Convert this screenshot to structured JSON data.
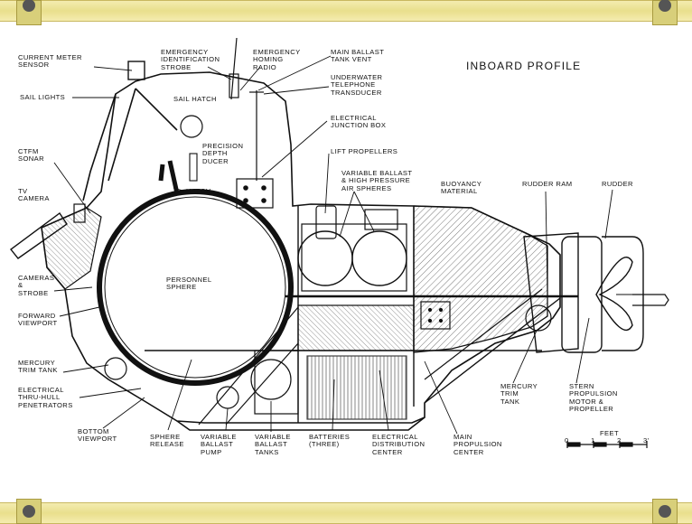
{
  "title": "INBOARD PROFILE",
  "labels": {
    "current_meter_sensor": "CURRENT METER\nSENSOR",
    "sail_lights": "SAIL LIGHTS",
    "emergency_identification_strobe": "EMERGENCY\nIDENTIFICATION\nSTROBE",
    "emergency_homing_radio": "EMERGENCY\nHOMING\nRADIO",
    "main_ballast_tank_vent": "MAIN BALLAST\nTANK VENT",
    "underwater_telephone_transducer": "UNDERWATER\nTELEPHONE\nTRANSDUCER",
    "sail_hatch": "SAIL HATCH",
    "electrical_junction_box": "ELECTRICAL\nJUNCTION BOX",
    "precision_depth_ducer": "PRECISION\nDEPTH\nDUCER",
    "lift_propellers": "LIFT PROPELLERS",
    "ctfm_sonar": "CTFM\nSONAR",
    "hatch": "HATCH",
    "variable_ballast_high_pressure": "VARIABLE BALLAST\n& HIGH PRESSURE\nAIR SPHERES",
    "buoyancy_material": "BUOYANCY\nMATERIAL",
    "rudder_ram": "RUDDER RAM",
    "rudder": "RUDDER",
    "tv_camera": "TV\nCAMERA",
    "personnel_sphere": "PERSONNEL\nSPHERE",
    "cameras_strobe": "CAMERAS\n&\nSTROBE",
    "forward_viewport": "FORWARD\nVIEWPORT",
    "mercury_trim_tank_fwd": "MERCURY\nTRIM TANK",
    "electrical_thru_hull": "ELECTRICAL\nTHRU-HULL\nPENETRATORS",
    "mercury_trim_tank_aft": "MERCURY\nTRIM\nTANK",
    "stern_propulsion": "STERN\nPROPULSION\nMOTOR &\nPROPELLER",
    "bottom_viewport": "BOTTOM\nVIEWPORT",
    "sphere_release": "SPHERE\nRELEASE",
    "variable_ballast_pump": "VARIABLE\nBALLAST\nPUMP",
    "variable_ballast_tanks": "VARIABLE\nBALLAST\nTANKS",
    "batteries": "BATTERIES\n(THREE)",
    "electrical_distribution_center": "ELECTRICAL\nDISTRIBUTION\nCENTER",
    "main_propulsion_center": "MAIN\nPROPULSION\nCENTER"
  },
  "scale": {
    "title": "FEET",
    "ticks": [
      "0",
      "1",
      "2",
      "3'"
    ]
  }
}
